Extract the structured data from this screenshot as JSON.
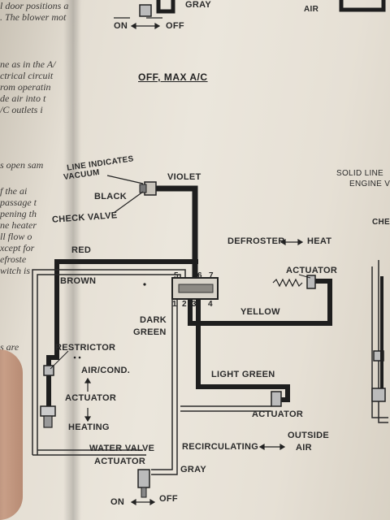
{
  "page_title": "OFF, MAX A/C",
  "left_column_text": [
    "l door positions a",
    ". The blower mot",
    "ne as in the A/",
    "ctrical circuit",
    "rom operatin",
    "de air into t",
    "/C outlets i",
    "s open sam",
    "f the ai",
    "passage t",
    "pening th",
    "ne heater",
    "ll flow o",
    "xcept for",
    "efroste",
    "witch is",
    "s are"
  ],
  "top_labels": {
    "on_off_top": "ON",
    "off_top": "OFF",
    "gray_top": "GRAY",
    "air_top": "AIR"
  },
  "labels": {
    "line_indicates": "LINE INDICATES",
    "vacuum": "VACUUM",
    "violet": "VIOLET",
    "black": "BLACK",
    "check_valve": "CHECK VALVE",
    "red": "RED",
    "defroster": "DEFROSTER",
    "heat": "HEAT",
    "actuator_top": "ACTUATOR",
    "brown": "BROWN",
    "pin5": "5",
    "pin6": "6",
    "pin7": "7",
    "pin1": "1",
    "pin2": "2",
    "pin3": "3",
    "pin4": "4",
    "yellow": "YELLOW",
    "dark": "DARK",
    "green": "GREEN",
    "restrictor": "RESTRICTOR",
    "air_cond": "AIR/COND.",
    "actuator_mid": "ACTUATOR",
    "heating": "HEATING",
    "light_green": "LIGHT GREEN",
    "actuator_right": "ACTUATOR",
    "water_valve": "WATER VALVE",
    "actuator_bottom": "ACTUATOR",
    "recirculating": "RECIRCULATING",
    "outside": "OUTSIDE",
    "air": "AIR",
    "gray": "GRAY",
    "on_bottom": "ON",
    "off_bottom": "OFF",
    "solid_line": "SOLID LINE",
    "engine_v": "ENGINE V",
    "che": "CHE"
  }
}
